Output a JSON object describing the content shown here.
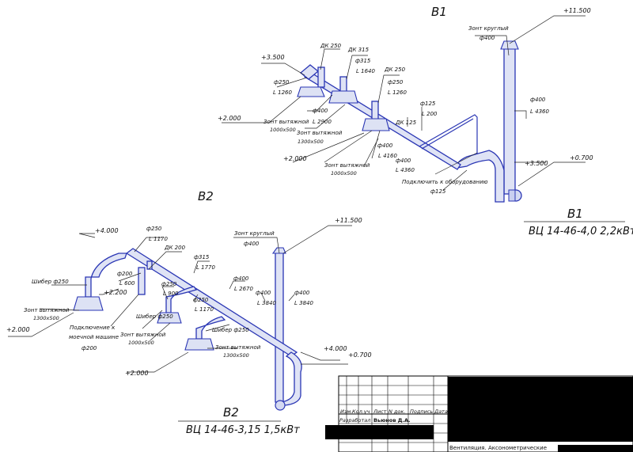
{
  "systems": {
    "v1_top": "В1",
    "v1_fan_name": "В1",
    "v1_fan_spec": "ВЦ 14-46-4,0 2,2кВт",
    "v2_top": "В2",
    "v2_fan_name": "В2",
    "v2_fan_spec": "ВЦ 14-46-3,15 1,5кВт"
  },
  "v1_labels": {
    "lev_11500": "+11.500",
    "zont_krug": "Зонт круглый",
    "d400_top": "ф400",
    "d400_r": "ф400",
    "l4360_r": "L 4360",
    "lev_3500_r": "+3.500",
    "lev_0700": "+0.700",
    "lev_3500_l": "+3.500",
    "d250_a": "ф250",
    "l1260_a": "L 1260",
    "dk250_a": "ДК 250",
    "dk315": "ДК 315",
    "d315": "ф315",
    "l1640": "L 1640",
    "dk250_b": "ДК 250",
    "d250_b": "ф250",
    "l1260_b": "L 1260",
    "d400_m": "ф400",
    "l2900": "L 2900",
    "lev_2000_a": "+2.000",
    "zont_vyt_a": "Зонт вытяжной",
    "size_a": "1000х500",
    "zont_vyt_b": "Зонт вытяжной",
    "size_b": "1300х500",
    "d125": "ф125",
    "l200": "L 200",
    "dk125": "ДК 125",
    "d400_c": "ф400",
    "l4160": "L 4160",
    "d400_d": "ф400",
    "l4360_d": "L 4360",
    "lev_2000_b": "+2.000",
    "zont_vyt_c": "Зонт вытяжной",
    "size_c": "1000х500",
    "podkl": "Подключить к оборудованию",
    "d125_b": "ф125"
  },
  "v2_labels": {
    "lev_4000_l": "+4.000",
    "d250_a": "ф250",
    "l1170_a": "L 1170",
    "dk200": "ДК 200",
    "d315": "ф315",
    "l1770": "L 1770",
    "d200": "ф200",
    "l600": "L 600",
    "d250_b": "ф250",
    "l900": "L 900",
    "d250_c": "ф250",
    "l1170_c": "L 1170",
    "d400_a": "ф400",
    "l2670": "L 2670",
    "d400_b": "ф400",
    "l3840_b": "L 3840",
    "d400_c": "ф400",
    "l3840_c": "L 3840",
    "zont_krug": "Зонт круглый",
    "d400_top": "ф400",
    "lev_11500": "+11.500",
    "shiber_a": "Шибер ф250",
    "lev_2200": "+2.200",
    "zont_vyt_a": "Зонт вытяжной",
    "size_a": "1300х500",
    "lev_2000_a": "+2.000",
    "podkl_1": "Подключение к",
    "podkl_2": "моечной машине",
    "d200_b": "ф200",
    "shiber_b": "Шибер ф250",
    "zont_vyt_b": "Зонт вытяжной",
    "size_b": "1000х500",
    "shiber_c": "Шибер ф250",
    "zont_vyt_c": "Зонт вытяжной",
    "size_c": "1300х500",
    "lev_4000_r": "+4.000",
    "lev_0700": "+0.700",
    "lev_2000_b": "+2.000"
  },
  "title_block": {
    "izm": "Изм.",
    "kol": "Кол.уч",
    "list": "Лист",
    "ndok": "N док.",
    "podp": "Подпись",
    "data": "Дата",
    "razrab": "Разработал",
    "author": "Вьюнов Д.А.",
    "sheet_title": "Вентиляция. Аксонометрические"
  }
}
